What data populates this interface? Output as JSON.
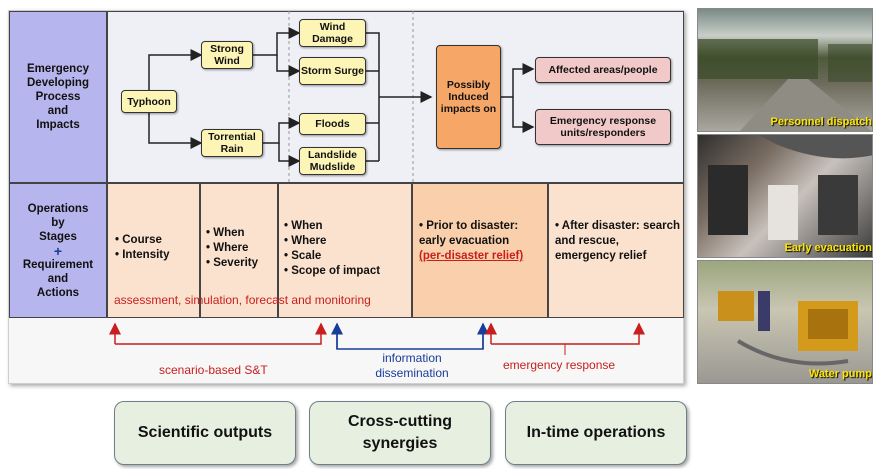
{
  "left_labels": {
    "top": [
      "Emergency",
      "Developing",
      "Process",
      "and",
      "Impacts"
    ],
    "bottom": [
      "Operations",
      "by",
      "Stages",
      "+",
      "Requirement",
      "and",
      "Actions"
    ]
  },
  "flow": {
    "typhoon": "Typhoon",
    "strong_wind": "Strong Wind",
    "torrential_rain": "Torrential Rain",
    "wind_damage": "Wind Damage",
    "storm_surge": "Storm Surge",
    "floods": "Floods",
    "landslide": "Landslide Mudslide",
    "impacts": "Possibly Induced impacts on",
    "affected": "Affected areas/people",
    "responders": "Emergency response units/responders"
  },
  "stages": {
    "col1": [
      "Course",
      "Intensity"
    ],
    "col2": [
      "When",
      "Where",
      "Severity"
    ],
    "col3": [
      "When",
      "Where",
      "Scale",
      "Scope of impact"
    ],
    "col4_lead": "Prior to disaster: early evacuation",
    "col4_red": "(per-disaster relief)",
    "col5_lead": "After disaster: search and rescue, emergency relief",
    "assessment": "assessment, simulation, forecast and monitoring"
  },
  "arrows": {
    "scenario": "scenario-based S&T",
    "info_line1": "information",
    "info_line2": "dissemination",
    "emergency": "emergency response"
  },
  "photos": [
    "Personnel dispatch",
    "Early evacuation",
    "Water pump"
  ],
  "bottom_buttons": [
    "Scientific outputs",
    "Cross-cutting synergies",
    "In-time operations"
  ],
  "colors": {
    "red": "#c81e1e",
    "blue": "#1a3c9a",
    "lavender": "#b7b5ee",
    "peach": "#fbe2cf",
    "orange": "#f6a666"
  }
}
